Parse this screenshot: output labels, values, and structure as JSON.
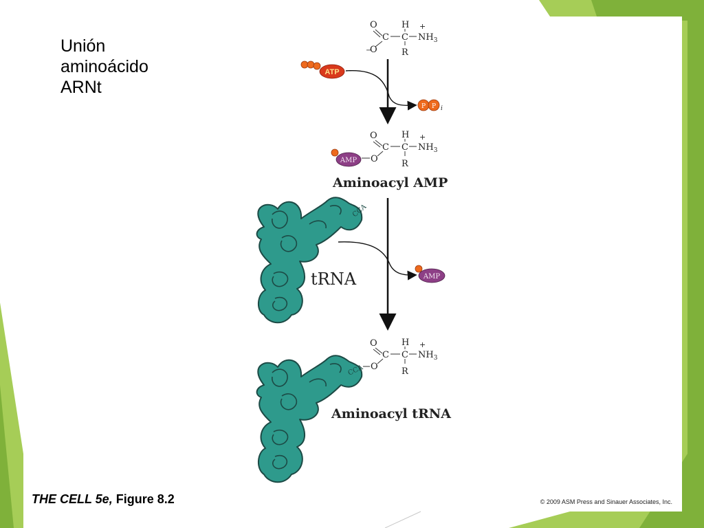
{
  "slide": {
    "title_lines": [
      "Unión",
      "aminoácido",
      "ARNt"
    ],
    "accent_colors": {
      "light_green": "#a6cd57",
      "dark_green": "#7fb13a",
      "panel": "#ffffff"
    }
  },
  "figure": {
    "molecule_labels": {
      "carbonyl_o": "O",
      "carboxylate_o": "O",
      "minus": "−",
      "carbon": "C",
      "alpha_carbon": "C",
      "hydrogen": "H",
      "plus": "+",
      "amino": "NH",
      "amino_subscript": "3",
      "side_chain": "R",
      "ester_o": "O"
    },
    "atp_label": "ATP",
    "ppi_label": "P",
    "ppi_subscript": "i",
    "amp_label": "AMP",
    "aminoacyl_amp_label": "Aminoacyl AMP",
    "trna_label": "tRNA",
    "cca_label": "CCA",
    "aminoacyl_trna_label": "Aminoacyl tRNA",
    "colors": {
      "atp": "#d9391c",
      "phosphate": "#ee6a1d",
      "amp": "#8d3f86",
      "trna": "#2e9a8c",
      "trna_outline": "#1c4a45"
    }
  },
  "caption": {
    "title_italic": "THE CELL 5e,",
    "title_rest": " Figure 8.2",
    "copyright": "© 2009 ASM Press and Sinauer Associates, Inc."
  }
}
